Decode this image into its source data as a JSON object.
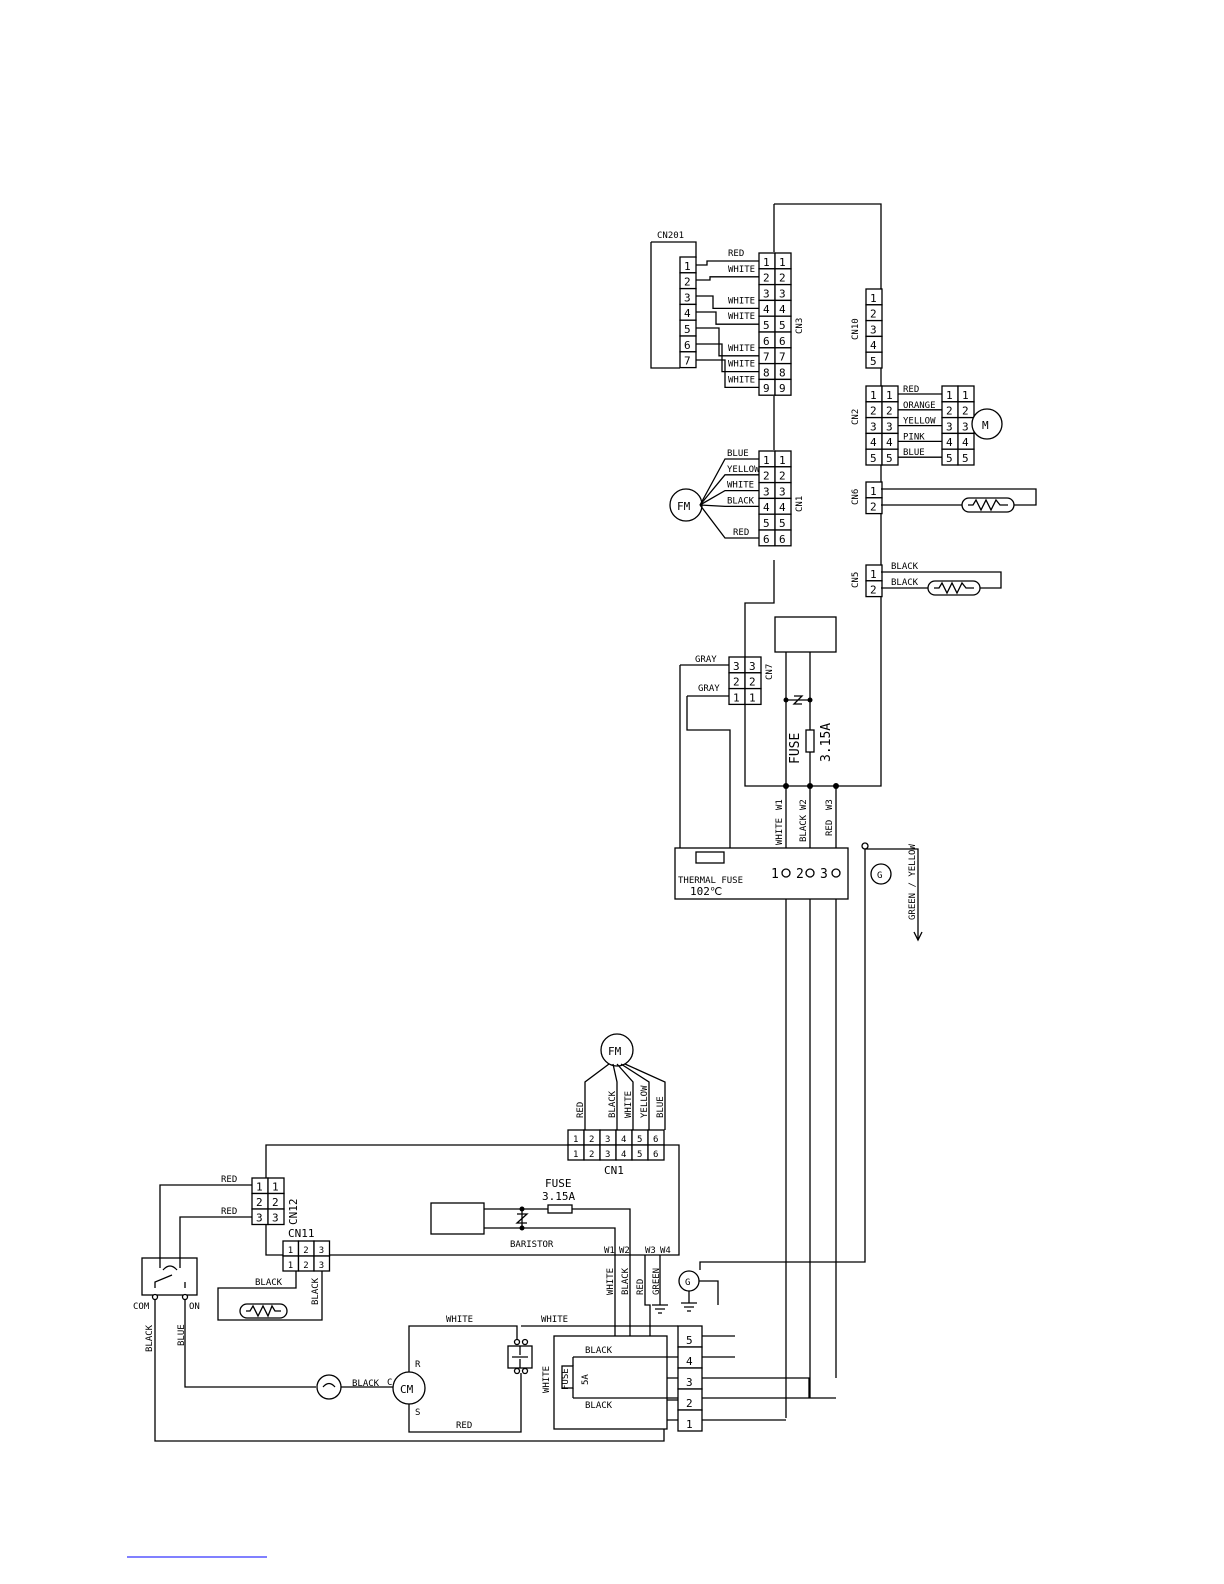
{
  "upper": {
    "cn201": {
      "label": "CN201",
      "pins": [
        "1",
        "2",
        "3",
        "4",
        "5",
        "6",
        "7"
      ]
    },
    "cn3": {
      "label": "CN3",
      "pins": [
        "1",
        "2",
        "3",
        "4",
        "5",
        "6",
        "7",
        "8",
        "9"
      ],
      "wires": [
        "RED",
        "WHITE",
        "",
        "WHITE",
        "WHITE",
        "",
        "WHITE",
        "WHITE",
        "WHITE"
      ]
    },
    "cn1": {
      "label": "CN1",
      "pins": [
        "1",
        "2",
        "3",
        "4",
        "5",
        "6"
      ],
      "wires": [
        "BLUE",
        "YELLOW",
        "WHITE",
        "BLACK",
        "",
        "RED"
      ],
      "motor": "FM"
    },
    "cn10": {
      "label": "CN10",
      "pins": [
        "1",
        "2",
        "3",
        "4",
        "5"
      ]
    },
    "cn2": {
      "label": "CN2",
      "pins": [
        "1",
        "2",
        "3",
        "4",
        "5"
      ],
      "wires": [
        "RED",
        "ORANGE",
        "YELLOW",
        "PINK",
        "BLUE"
      ],
      "motor": "M"
    },
    "cn6": {
      "label": "CN6",
      "pins": [
        "1",
        "2"
      ]
    },
    "cn5": {
      "label": "CN5",
      "pins": [
        "1",
        "2"
      ],
      "wires": [
        "BLACK",
        "BLACK"
      ]
    },
    "cn7": {
      "label": "CN7",
      "pins": [
        "3",
        "2",
        "1"
      ],
      "wires": [
        "GRAY",
        "GRAY"
      ]
    },
    "fuse": {
      "label": "FUSE",
      "rating": "3.15A"
    },
    "terminals": {
      "labels": [
        "W1",
        "W2",
        "W3"
      ],
      "wires": [
        "WHITE",
        "BLACK",
        "RED"
      ]
    },
    "terminal_block": {
      "thermal_fuse": "THERMAL FUSE",
      "temp": "102℃",
      "numbers": [
        "1",
        "2",
        "3"
      ],
      "ground": "G",
      "ground_wire": "GREEN / YELLOW"
    }
  },
  "lower": {
    "motor": "FM",
    "motor_wires": [
      "RED",
      "BLACK",
      "WHITE",
      "YELLOW",
      "BLUE"
    ],
    "cn1": {
      "label": "CN1",
      "pins": [
        "1",
        "2",
        "3",
        "4",
        "5",
        "6"
      ]
    },
    "cn12": {
      "label": "CN12",
      "pins": [
        "1",
        "2",
        "3"
      ],
      "wires": [
        "RED",
        "RED"
      ]
    },
    "cn11": {
      "label": "CN11",
      "pins": [
        "1",
        "2",
        "3"
      ],
      "wires": [
        "BLACK",
        "BLACK"
      ]
    },
    "fuse": {
      "label": "FUSE",
      "rating": "3.15A"
    },
    "baristor": "BARISTOR",
    "terminals": {
      "labels": [
        "W1",
        "W2",
        "W3",
        "W4"
      ],
      "wires": [
        "WHITE",
        "BLACK",
        "RED",
        "GREEN"
      ]
    },
    "switch": {
      "com": "COM",
      "on": "ON",
      "wires": [
        "BLACK",
        "BLUE"
      ]
    },
    "compressor": {
      "label": "CM",
      "pins": [
        "C",
        "R",
        "S"
      ],
      "wires": [
        "BLACK",
        "WHITE",
        "WHITE",
        "RED"
      ]
    },
    "block": {
      "numbers": [
        "5",
        "4",
        "3",
        "2",
        "1"
      ],
      "wires": [
        "BLACK",
        "BLACK",
        "WHITE"
      ],
      "fuse_label": "FUSE",
      "fuse_rating": "5A"
    },
    "ground": "G"
  }
}
